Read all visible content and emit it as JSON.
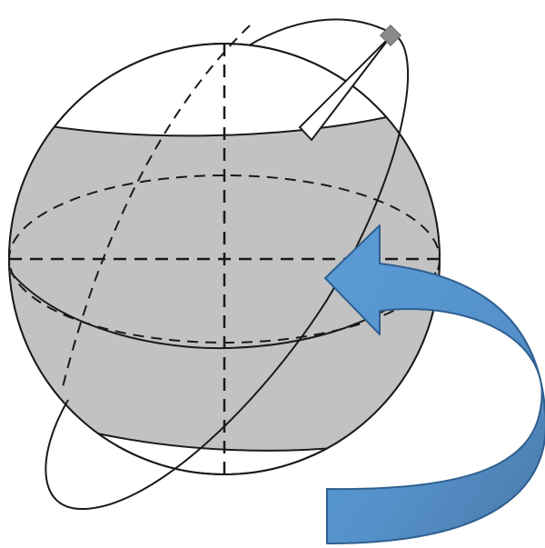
{
  "diagram": {
    "subject": "earth-orbit-illustration",
    "colors": {
      "background": "#ffffff",
      "globe_band": "#c2c2c2",
      "globe_cap": "#ffffff",
      "stroke": "#1a1a1a",
      "satellite": "#8a8a8a",
      "arrow_light": "#5b9bd5",
      "arrow_dark": "#4a7aa8",
      "arrow_outline": "#2f5f8f"
    },
    "elements": {
      "globe": "sphere",
      "band": "shaded-band",
      "equator": "dashed-equator",
      "axis": "dashed-axes",
      "orbit": "inclined-orbit",
      "satellite": "satellite-marker",
      "arrow": "curved-rotation-arrow"
    }
  }
}
